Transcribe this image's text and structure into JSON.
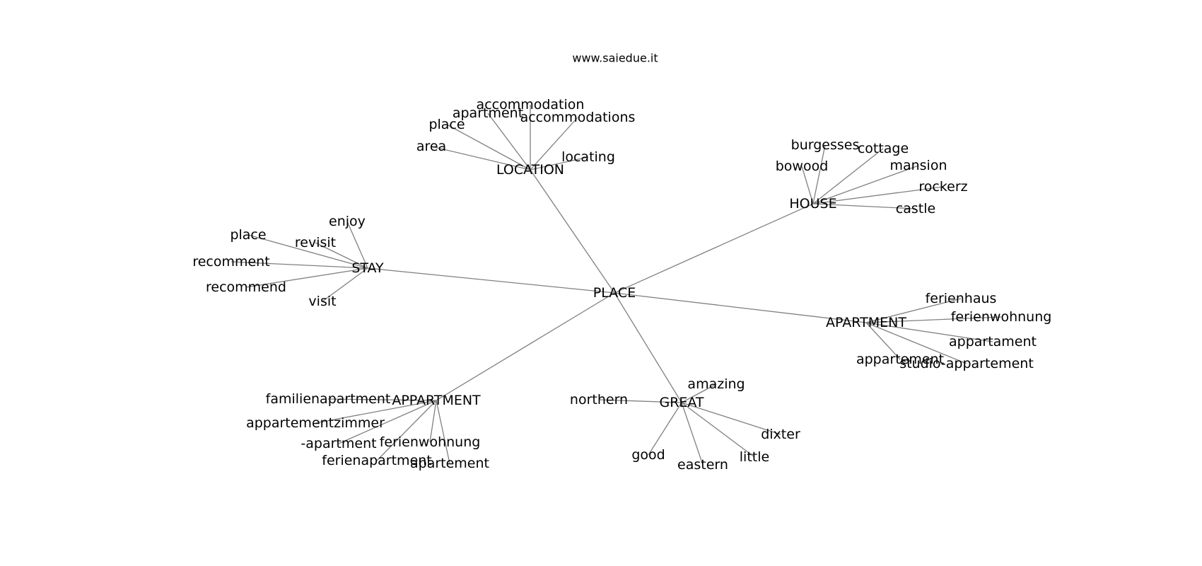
{
  "watermark": "www.saiedue.it",
  "root": {
    "id": "place-root",
    "label": "PLACE"
  },
  "hubs": [
    {
      "id": "location",
      "label": "LOCATION",
      "leaves": [
        "area",
        "place",
        "apartment",
        "accommodation",
        "accommodations",
        "locating"
      ]
    },
    {
      "id": "house",
      "label": "HOUSE",
      "leaves": [
        "bowood",
        "burgesses",
        "cottage",
        "mansion",
        "rockerz",
        "castle"
      ]
    },
    {
      "id": "stay",
      "label": "STAY",
      "leaves": [
        "enjoy",
        "place",
        "revisit",
        "recomment",
        "recommend",
        "visit"
      ]
    },
    {
      "id": "apartment",
      "label": "APARTMENT",
      "leaves": [
        "ferienhaus",
        "ferienwohnung",
        "appartament",
        "appartement",
        "studio-appartement"
      ]
    },
    {
      "id": "appartment",
      "label": "APPARTMENT",
      "leaves": [
        "familienapartment",
        "appartementzimmer",
        "-apartment",
        "ferienwohnung",
        "ferienapartment",
        "apartement"
      ]
    },
    {
      "id": "great",
      "label": "GREAT",
      "leaves": [
        "amazing",
        "northern",
        "dixter",
        "good",
        "eastern",
        "little"
      ]
    }
  ]
}
